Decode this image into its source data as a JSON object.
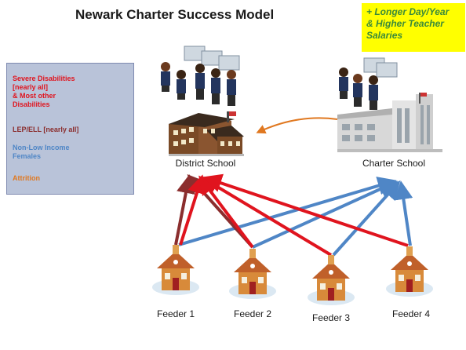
{
  "title": "Newark Charter Success Model",
  "note": {
    "lines": [
      "+ Longer Day/Year",
      "& Higher Teacher",
      "Salaries"
    ]
  },
  "legend": {
    "items": [
      {
        "label_lines": [
          "Severe Disabilities",
          "[nearly all]",
          "& Most other",
          "Disabilities"
        ],
        "color": "#e0141e"
      },
      {
        "label_lines": [
          "LEP/ELL [nearly all]"
        ],
        "color": "#8b2e2e"
      },
      {
        "label_lines": [
          "Non-Low Income",
          "Females"
        ],
        "color": "#4f86c6"
      },
      {
        "label_lines": [
          "Attrition"
        ],
        "color": "#e07820"
      }
    ]
  },
  "nodes": {
    "district": "District School",
    "charter": "Charter School",
    "feeders": [
      "Feeder 1",
      "Feeder 2",
      "Feeder 3",
      "Feeder 4"
    ]
  },
  "colors": {
    "severe": "#e0141e",
    "lep": "#8b2e2e",
    "nonlow": "#4f86c6",
    "attrition": "#e07820",
    "note_bg": "#ffff00",
    "note_text": "#3a8a3a",
    "legend_bg": "#b9c3d9"
  },
  "icons": [
    "students-icon",
    "district-school-building-icon",
    "charter-school-building-icon",
    "schoolhouse-icon"
  ]
}
